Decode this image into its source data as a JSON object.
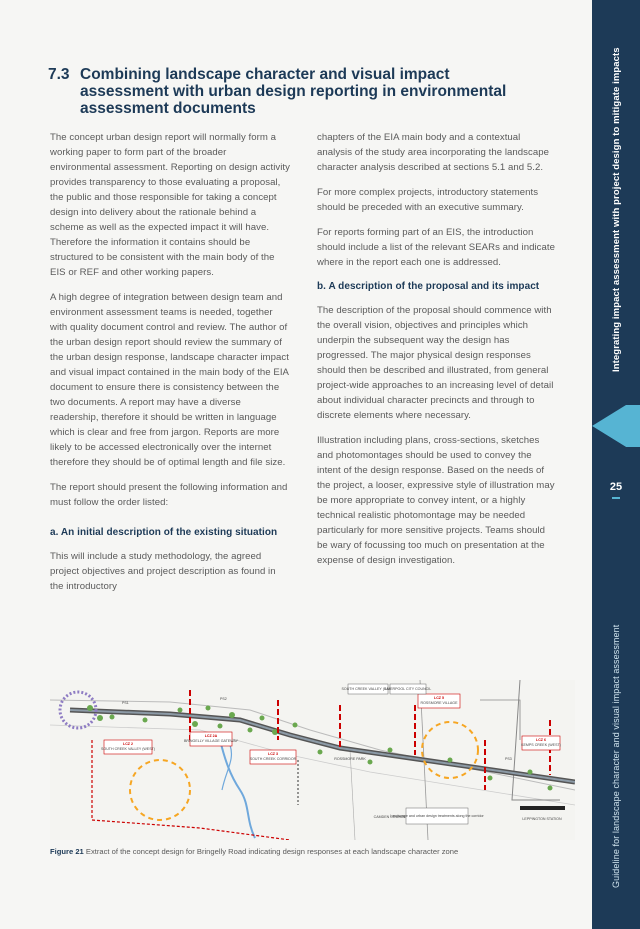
{
  "section": {
    "number": "7.3",
    "title": "Combining landscape character and visual impact assessment with urban design reporting in environmental assessment documents"
  },
  "sidebar": {
    "primary_text": "Integrating impact assessment with project design to mitigate impacts",
    "page_number": "25",
    "secondary_text": "Guideline for landscape character and visual impact assessment",
    "color": "#1d3a57",
    "accent": "#56b4d3"
  },
  "col1": {
    "p1": "The concept urban design report will normally form a working paper to form part of the broader environmental assessment. Reporting on design activity provides transparency to those evaluating a proposal, the public and those responsible for taking a concept design into delivery about the rationale behind a scheme as well as the expected impact it will have. Therefore the information it contains should be structured to be consistent with the main body of the EIS or REF and other working papers.",
    "p2": "A high degree of integration between design team and environment assessment teams is needed, together with quality document control and review. The author of the urban design report should review the summary of the urban design response, landscape character impact and visual impact contained in the main body of the EIA document to ensure there is consistency between the two documents. A report may have a diverse readership, therefore it should be written in language which is clear and free from jargon. Reports are more likely to be accessed electronically over the internet therefore they should be of optimal length and file size.",
    "p3": "The report should present the following information and must follow the order listed:",
    "heading_a": "a. An initial description of the existing situation",
    "p4": "This will include a study methodology, the agreed project objectives and project description as found in the introductory"
  },
  "col2": {
    "p1": "chapters of the EIA main body and a contextual analysis of the study area incorporating the landscape character analysis described at sections 5.1 and 5.2.",
    "p2": "For more complex projects, introductory statements should be preceded with an executive summary.",
    "p3": "For reports forming part of an EIS, the introduction should include a list of the relevant SEARs and indicate where in the report each one is addressed.",
    "heading_b": "b. A description of the proposal and its impact",
    "p4": "The description of the proposal should commence with the overall vision, objectives and principles which underpin the subsequent way the design has progressed. The major physical design responses should then be described and illustrated, from general project-wide approaches to an increasing level of detail about individual character precincts and through to discrete elements where necessary.",
    "p5": "Illustration including plans, cross-sections, sketches and photomontages should be used to convey the intent of the design response. Based on the needs of the project, a looser, expressive style of illustration may be more appropriate to convey intent, or a highly technical realistic photomontage may be needed particularly for more sensitive projects. Teams should be wary of focussing too much on presentation at the expense of design investigation."
  },
  "figure": {
    "label": "Figure 21",
    "caption": "Extract of the concept design for Bringelly Road indicating design responses at each landscape character zone",
    "map_labels": {
      "lcz2": "LCZ 2",
      "lcz2_sub": "SOUTH CREEK VALLEY (WEST)",
      "lcz2a": "LCZ 2A",
      "lcz2a_sub": "BRINGELLY VILLAGE GATEWAY",
      "lcz3": "LCZ 3",
      "lcz3_sub": "SOUTH CREEK CORRIDOR",
      "lcz5": "LCZ 5",
      "lcz5_sub": "ROSSMORE VILLAGE",
      "lcz6": "LCZ 6",
      "lcz6_sub": "KEMPS CREEK (WEST)",
      "council1": "SOUTH CREEK VALLEY (EAST)",
      "council2": "LIVERPOOL CITY COUNCIL",
      "camden": "CAMDEN COUNCIL",
      "park": "ROSSMORE PARK",
      "station": "LEPPINGTON STATION",
      "note": "Landscape and urban design treatments along the corridor",
      "small1": "PS1",
      "small2": "PS2",
      "small3": "PS3"
    }
  }
}
